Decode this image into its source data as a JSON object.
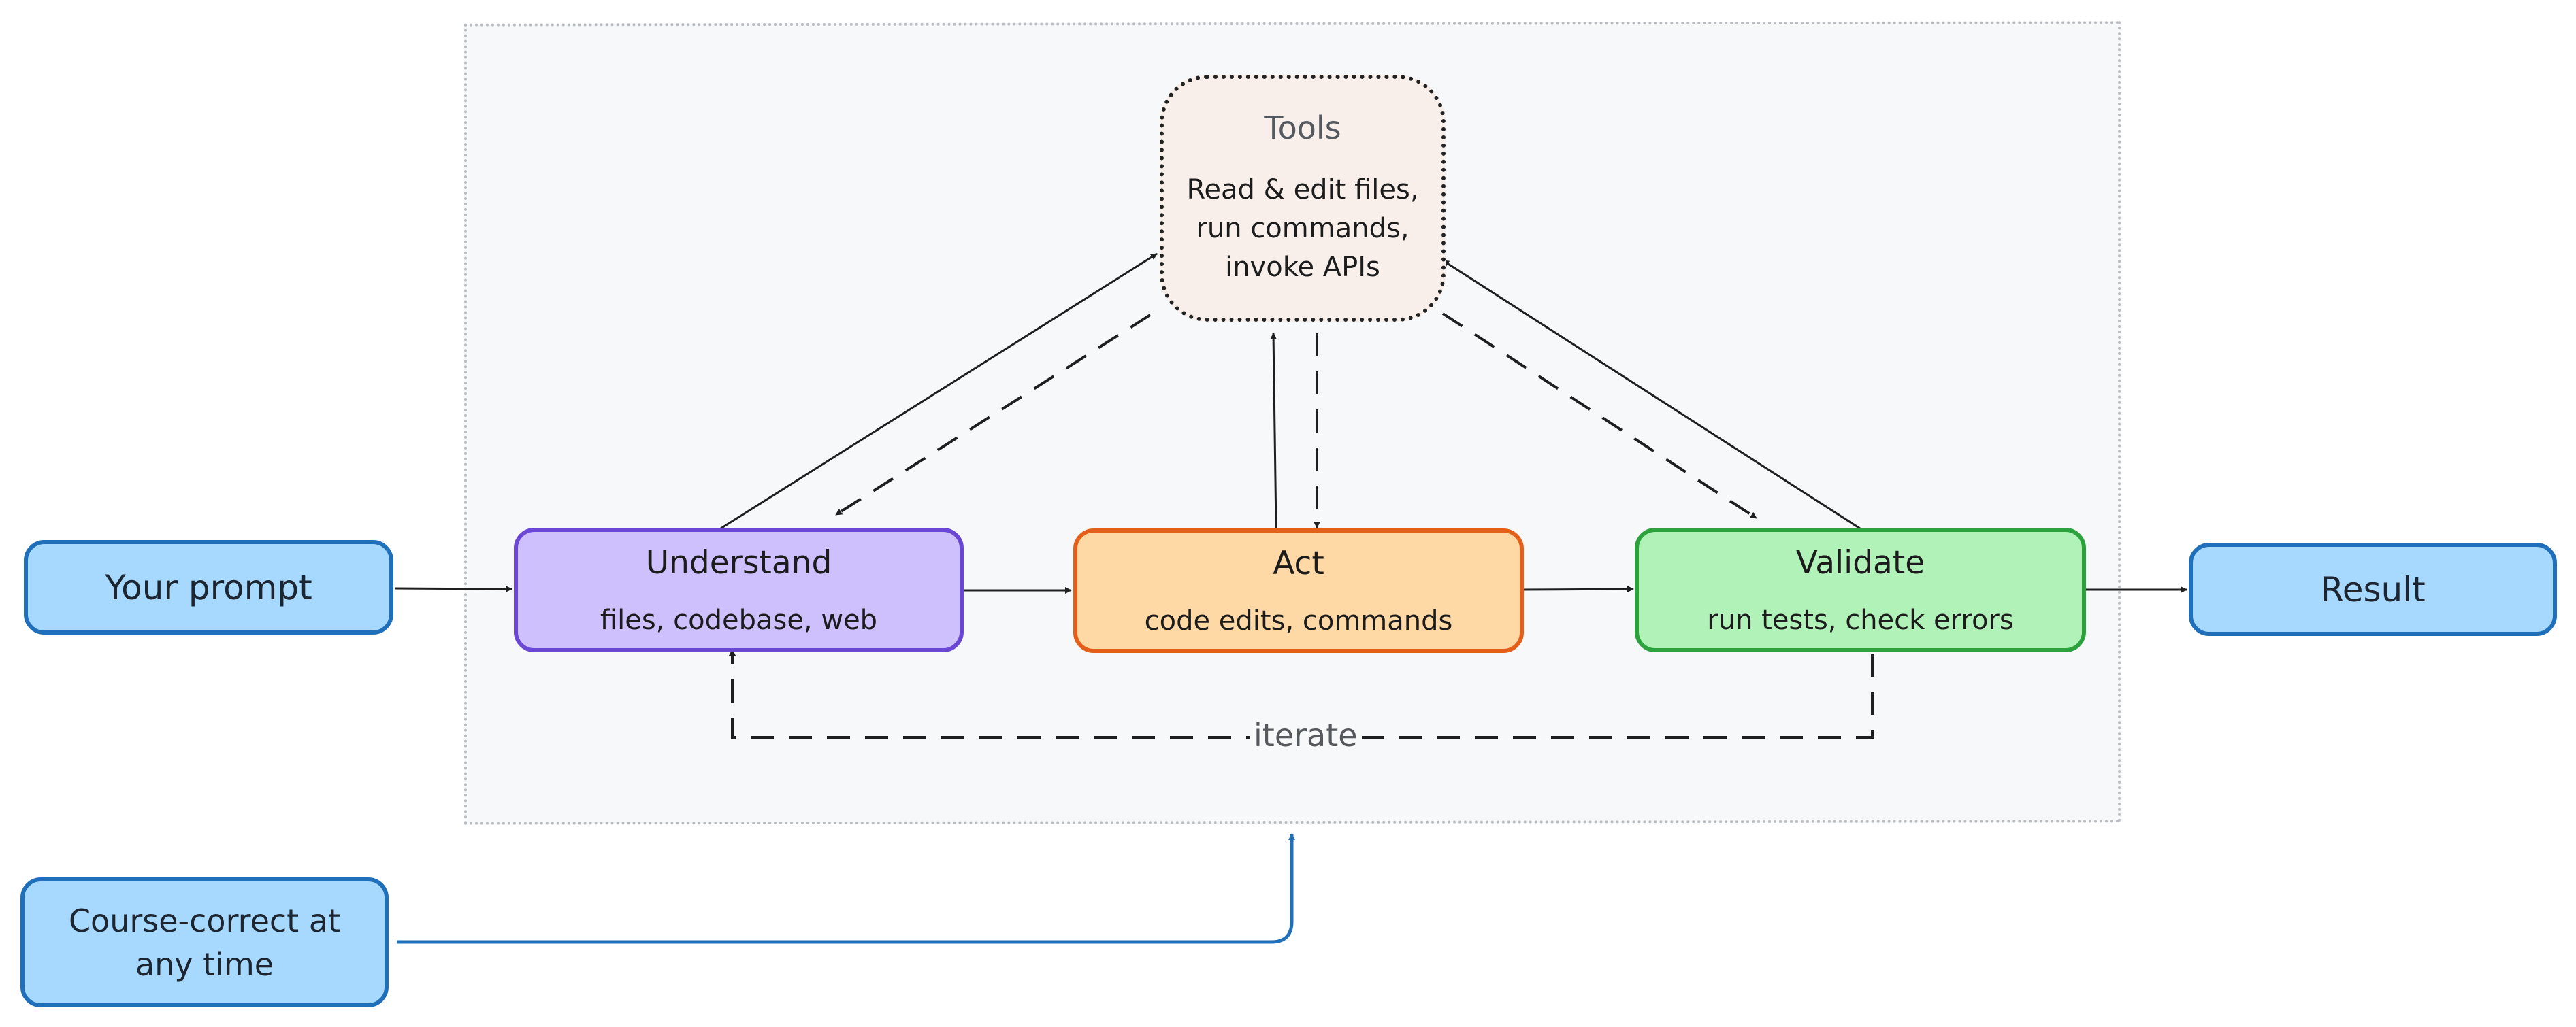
{
  "nodes": {
    "prompt": {
      "label": "Your prompt"
    },
    "understand": {
      "title": "Understand",
      "subtitle": "files, codebase, web"
    },
    "act": {
      "title": "Act",
      "subtitle": "code edits, commands"
    },
    "validate": {
      "title": "Validate",
      "subtitle": "run tests, check errors"
    },
    "result": {
      "label": "Result"
    },
    "tools": {
      "title": "Tools",
      "line1": "Read & edit files,",
      "line2": "run commands,",
      "line3": "invoke APIs"
    },
    "course_correct": {
      "label": "Course-correct at any time"
    }
  },
  "edges": {
    "iterate_label": "iterate"
  },
  "colors": {
    "input_fill": "#a7d8fd",
    "input_border": "#1f6fba",
    "understand_fill": "#cebffd",
    "understand_border": "#6b47d6",
    "act_fill": "#fed9a5",
    "act_border": "#e4601a",
    "validate_fill": "#b1f2b9",
    "validate_border": "#2ba23b",
    "tools_fill": "#f8efea",
    "loop_background": "#f7f8fa"
  }
}
